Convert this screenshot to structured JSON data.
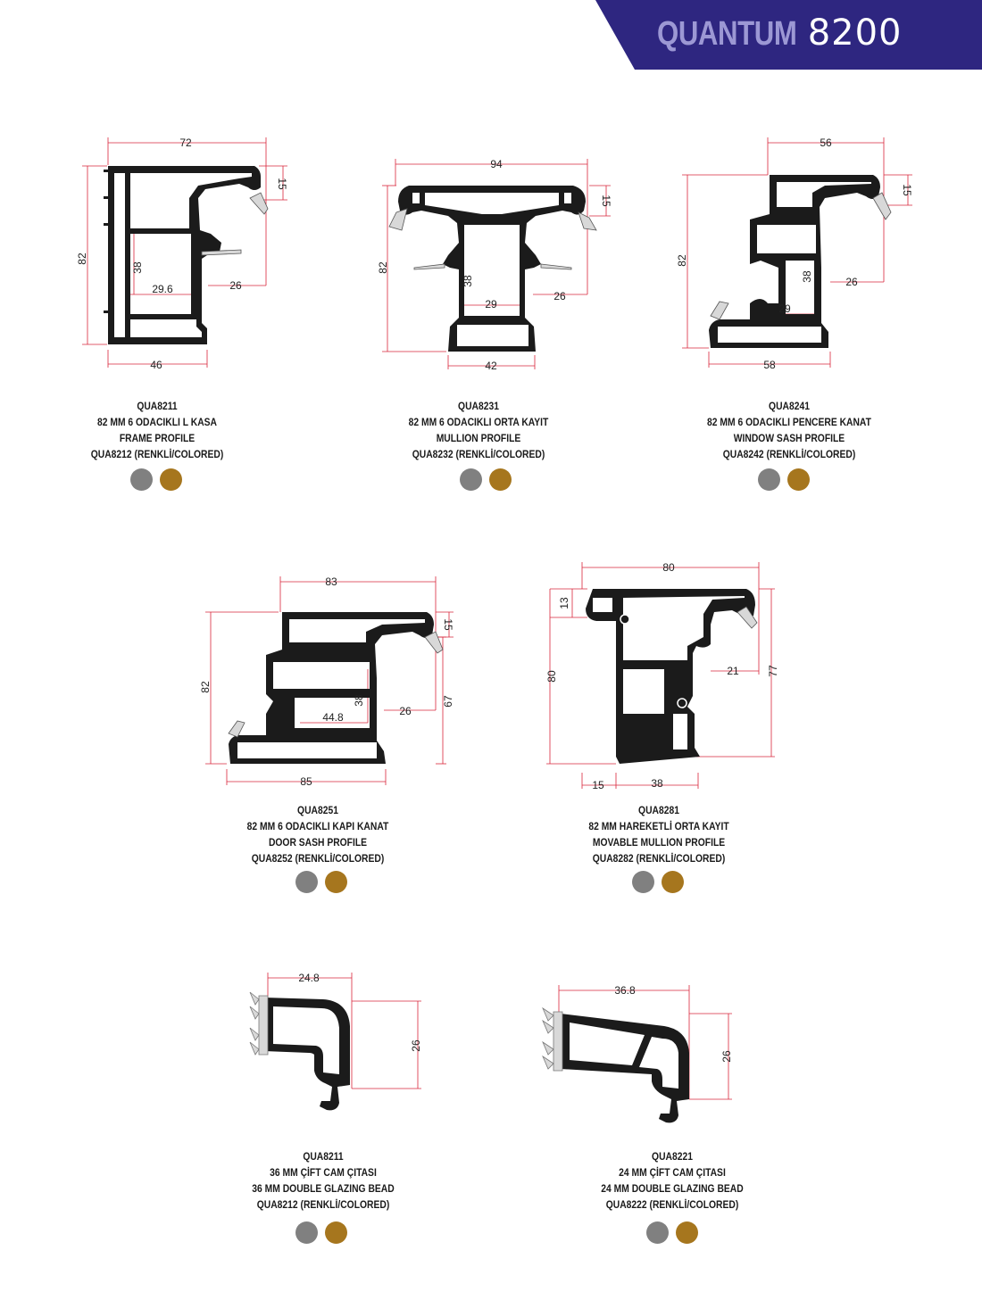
{
  "header": {
    "brand_bold": "QUANTUM",
    "brand_num": "8200",
    "banner_color": "#2e2680",
    "brand_bold_color": "#9c98d4"
  },
  "colors": {
    "profile_fill": "#1b1b1b",
    "dimension_line": "#d9263b",
    "gasket": "#d8d8d8",
    "swatch_silver": "#808080",
    "swatch_gold": "#a6761e"
  },
  "products": [
    {
      "code": "QUA8211",
      "line_tr": "82 MM 6 ODACIKLI L KASA",
      "line_en": "FRAME PROFILE",
      "colored": "QUA8212 (RENKLİ/COLORED)",
      "dims": {
        "width": "72",
        "height": "82",
        "top": "15",
        "glass": "38",
        "inner": "29.6",
        "lip": "26",
        "base": "46"
      }
    },
    {
      "code": "QUA8231",
      "line_tr": "82 MM 6 ODACIKLI ORTA KAYIT",
      "line_en": "MULLION PROFILE",
      "colored": "QUA8232 (RENKLİ/COLORED)",
      "dims": {
        "width": "94",
        "height": "82",
        "top": "15",
        "glass": "38",
        "inner": "29",
        "lip": "26",
        "base": "42"
      }
    },
    {
      "code": "QUA8241",
      "line_tr": "82 MM 6 ODACIKLI PENCERE KANAT",
      "line_en": "WINDOW SASH PROFILE",
      "colored": "QUA8242 (RENKLİ/COLORED)",
      "dims": {
        "width": "56",
        "height": "82",
        "top": "15",
        "glass": "38",
        "inner": "29",
        "lip": "26",
        "base": "58"
      }
    },
    {
      "code": "QUA8251",
      "line_tr": "82 MM 6 ODACIKLI KAPI KANAT",
      "line_en": "DOOR SASH PROFILE",
      "colored": "QUA8252 (RENKLİ/COLORED)",
      "dims": {
        "width": "83",
        "height": "82",
        "top": "15",
        "glass": "38",
        "inner": "44.8",
        "lip": "26",
        "right": "67",
        "base": "85"
      }
    },
    {
      "code": "QUA8281",
      "line_tr": "82 MM HAREKETLİ ORTA KAYIT",
      "line_en": "MOVABLE MULLION PROFILE",
      "colored": "QUA8282 (RENKLİ/COLORED)",
      "dims": {
        "width": "80",
        "height": "80",
        "top": "13",
        "lip": "21",
        "right": "77",
        "base_left": "15",
        "base": "38"
      }
    },
    {
      "code": "QUA8211",
      "line_tr": "36 MM ÇİFT CAM ÇITASI",
      "line_en": "36 MM DOUBLE GLAZING BEAD",
      "colored": "QUA8212 (RENKLİ/COLORED)",
      "dims": {
        "width": "24.8",
        "height": "26"
      }
    },
    {
      "code": "QUA8221",
      "line_tr": "24 MM ÇİFT CAM ÇITASI",
      "line_en": "24 MM DOUBLE GLAZING BEAD",
      "colored": "QUA8222 (RENKLİ/COLORED)",
      "dims": {
        "width": "36.8",
        "height": "26"
      }
    }
  ]
}
